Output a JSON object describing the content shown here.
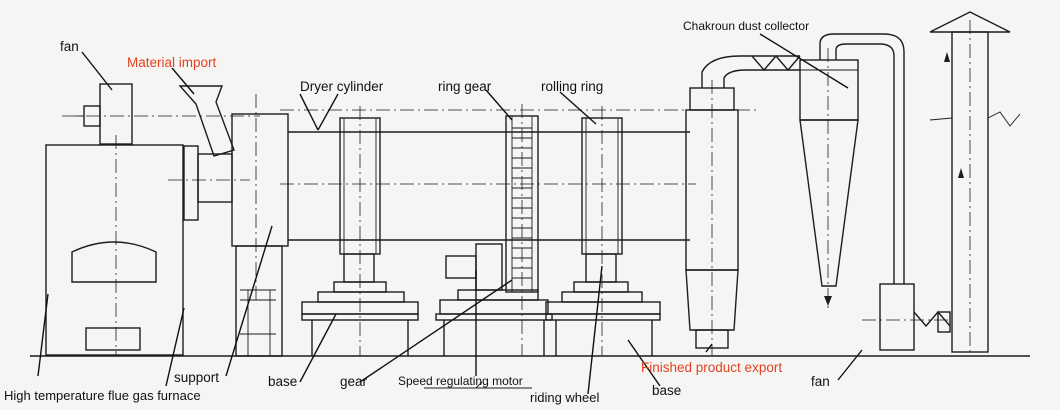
{
  "diagram": {
    "labels": {
      "fan_top": "fan",
      "material_import": "Material import",
      "dryer_cylinder": "Dryer cylinder",
      "ring_gear": "ring gear",
      "rolling_ring": "rolling ring",
      "dust_collector": "Chakroun dust collector",
      "support": "support",
      "furnace": "High temperature flue gas furnace",
      "base_left": "base",
      "gear": "gear",
      "motor": "Speed regulating motor",
      "riding_wheel": "riding wheel",
      "finished_export": "Finished product export",
      "base_right": "base",
      "fan_bottom": "fan"
    },
    "colors": {
      "line": "#1d1d1d",
      "accent_label": "#e0421f",
      "background": "#f7f5f4"
    }
  }
}
